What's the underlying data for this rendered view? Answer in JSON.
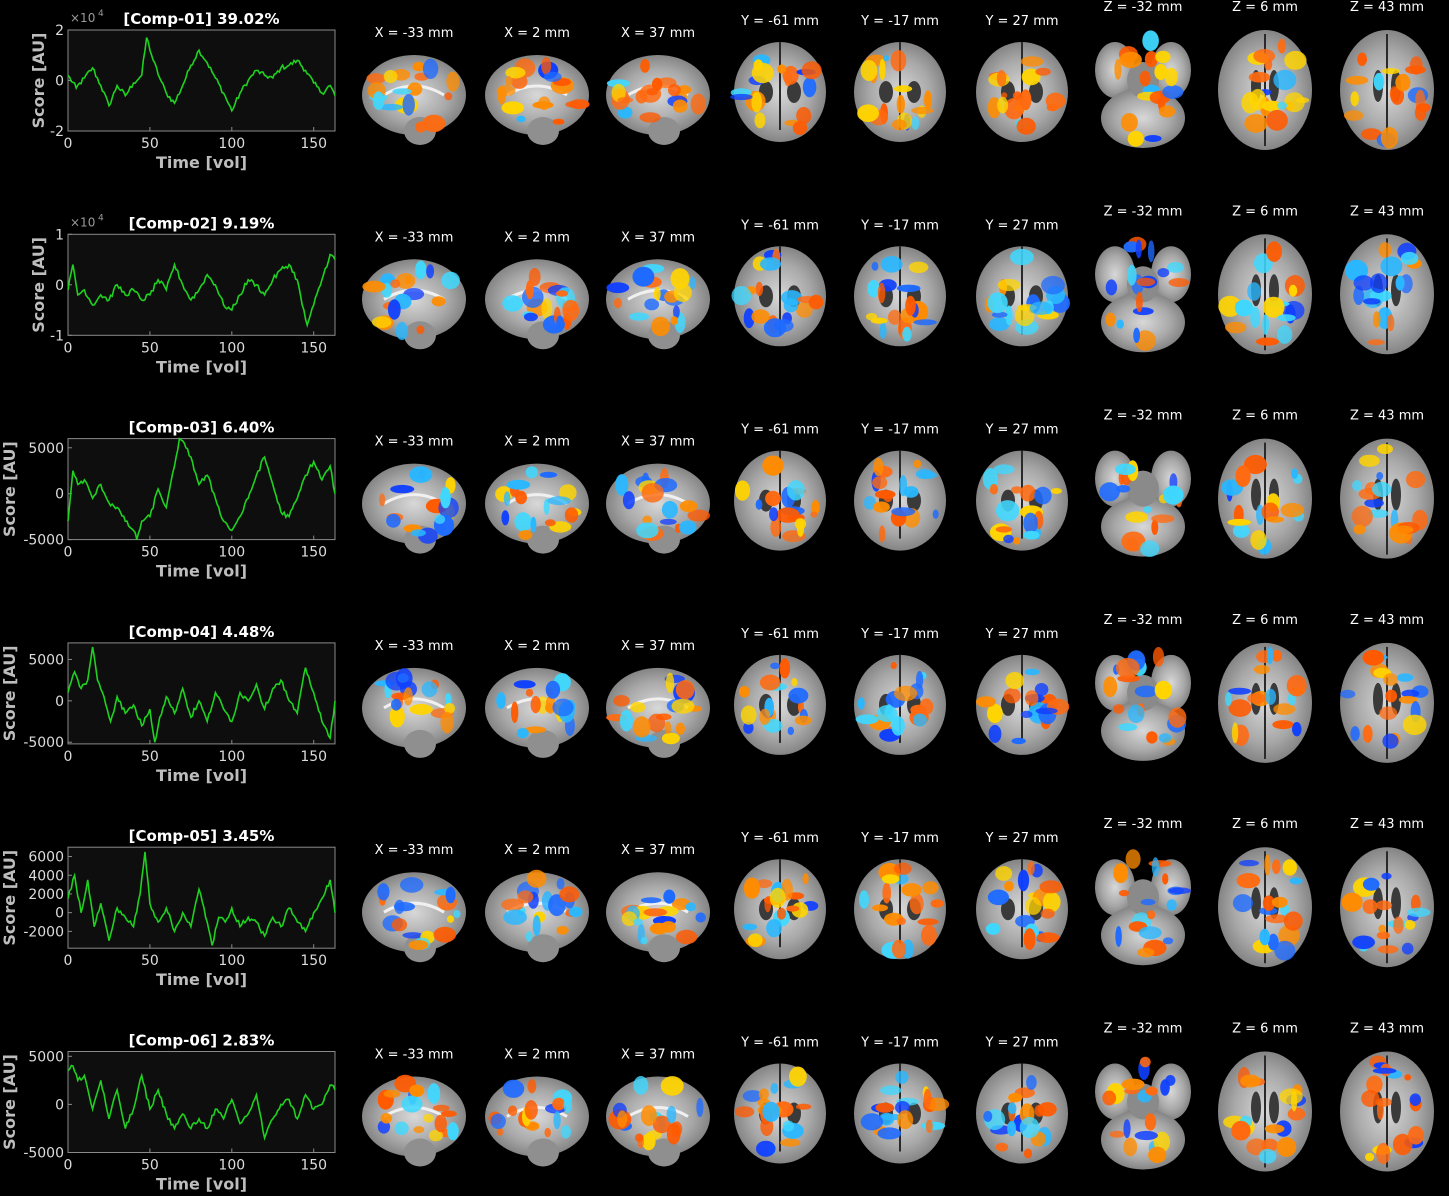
{
  "chart_data": [
    {
      "type": "line",
      "title": "[Comp-01] 39.02%",
      "xlabel": "Time [vol]",
      "ylabel": "Score [AU]",
      "multiplier": "×10",
      "exponent": "4",
      "xlim": [
        0,
        163
      ],
      "ylim": [
        -2,
        2
      ],
      "xticks": [
        "0",
        "50",
        "100",
        "150"
      ],
      "yticks": [
        {
          "v": 2,
          "label": "2"
        },
        {
          "v": 0,
          "label": "0"
        },
        {
          "v": -2,
          "label": "-2"
        }
      ],
      "series": [
        {
          "color": "#1fd21f",
          "x": [
            0,
            5,
            10,
            15,
            20,
            25,
            30,
            35,
            40,
            45,
            48,
            52,
            56,
            60,
            65,
            70,
            75,
            80,
            85,
            90,
            95,
            100,
            105,
            110,
            115,
            120,
            125,
            130,
            135,
            140,
            145,
            150,
            155,
            160,
            163
          ],
          "y": [
            0.2,
            -0.3,
            0.1,
            0.5,
            -0.2,
            -1.0,
            -0.2,
            -0.6,
            -0.1,
            0.2,
            1.7,
            0.8,
            0.1,
            -0.5,
            -0.9,
            -0.2,
            0.6,
            1.2,
            0.7,
            0.1,
            -0.5,
            -1.2,
            -0.5,
            0.0,
            0.4,
            0.2,
            0.1,
            0.5,
            0.6,
            0.8,
            0.4,
            -0.1,
            -0.5,
            -0.2,
            -0.6
          ]
        }
      ],
      "slices": [
        "X = -33 mm",
        "X = 2 mm",
        "X = 37 mm",
        "Y = -61 mm",
        "Y = -17 mm",
        "Y = 27 mm",
        "Z = -32 mm",
        "Z = 6 mm",
        "Z = 43 mm"
      ]
    },
    {
      "type": "line",
      "title": "[Comp-02] 9.19%",
      "xlabel": "Time [vol]",
      "ylabel": "Score [AU]",
      "multiplier": "×10",
      "exponent": "4",
      "xlim": [
        0,
        163
      ],
      "ylim": [
        -1,
        1
      ],
      "xticks": [
        "0",
        "50",
        "100",
        "150"
      ],
      "yticks": [
        {
          "v": 1,
          "label": "1"
        },
        {
          "v": 0,
          "label": "0"
        },
        {
          "v": -1,
          "label": "-1"
        }
      ],
      "series": [
        {
          "color": "#1fd21f",
          "x": [
            0,
            3,
            6,
            10,
            15,
            20,
            25,
            30,
            35,
            40,
            45,
            50,
            55,
            60,
            65,
            70,
            75,
            80,
            85,
            90,
            95,
            100,
            105,
            110,
            115,
            120,
            125,
            130,
            135,
            140,
            143,
            146,
            150,
            155,
            160,
            163
          ],
          "y": [
            -0.1,
            0.4,
            -0.2,
            -0.1,
            -0.4,
            -0.2,
            -0.3,
            0.0,
            -0.2,
            -0.1,
            -0.3,
            -0.2,
            0.1,
            -0.1,
            0.4,
            0.0,
            -0.3,
            -0.1,
            0.2,
            0.0,
            -0.4,
            -0.5,
            -0.2,
            0.1,
            0.0,
            -0.2,
            0.1,
            0.3,
            0.4,
            0.1,
            -0.4,
            -0.8,
            -0.4,
            0.1,
            0.6,
            0.5
          ]
        }
      ],
      "slices": [
        "X = -33 mm",
        "X = 2 mm",
        "X = 37 mm",
        "Y = -61 mm",
        "Y = -17 mm",
        "Y = 27 mm",
        "Z = -32 mm",
        "Z = 6 mm",
        "Z = 43 mm"
      ]
    },
    {
      "type": "line",
      "title": "[Comp-03] 6.40%",
      "xlabel": "Time [vol]",
      "ylabel": "Score [AU]",
      "xlim": [
        0,
        163
      ],
      "ylim": [
        -5000,
        6000
      ],
      "xticks": [
        "0",
        "50",
        "100",
        "150"
      ],
      "yticks": [
        {
          "v": 5000,
          "label": "5000"
        },
        {
          "v": 0,
          "label": "0"
        },
        {
          "v": -5000,
          "label": "-5000"
        }
      ],
      "series": [
        {
          "color": "#1fd21f",
          "x": [
            0,
            3,
            6,
            10,
            15,
            20,
            25,
            30,
            35,
            40,
            42,
            45,
            50,
            55,
            60,
            65,
            68,
            72,
            75,
            80,
            85,
            90,
            95,
            100,
            105,
            110,
            115,
            120,
            125,
            130,
            135,
            140,
            145,
            150,
            155,
            160,
            163
          ],
          "y": [
            -3000,
            2500,
            1000,
            1500,
            -500,
            1000,
            -1000,
            -1500,
            -3000,
            -4000,
            -5000,
            -3000,
            -2500,
            500,
            -1500,
            3000,
            6000,
            5000,
            4000,
            1000,
            2000,
            -500,
            -3000,
            -4000,
            -2500,
            -500,
            2000,
            4000,
            1000,
            -2000,
            -2500,
            -500,
            2000,
            3500,
            1500,
            3000,
            0
          ]
        }
      ],
      "slices": [
        "X = -33 mm",
        "X = 2 mm",
        "X = 37 mm",
        "Y = -61 mm",
        "Y = -17 mm",
        "Y = 27 mm",
        "Z = -32 mm",
        "Z = 6 mm",
        "Z = 43 mm"
      ]
    },
    {
      "type": "line",
      "title": "[Comp-04] 4.48%",
      "xlabel": "Time [vol]",
      "ylabel": "Score [AU]",
      "xlim": [
        0,
        163
      ],
      "ylim": [
        -5200,
        7000
      ],
      "xticks": [
        "0",
        "50",
        "100",
        "150"
      ],
      "yticks": [
        {
          "v": 5000,
          "label": "5000"
        },
        {
          "v": 0,
          "label": "0"
        },
        {
          "v": -5000,
          "label": "-5000"
        }
      ],
      "series": [
        {
          "color": "#1fd21f",
          "x": [
            0,
            4,
            8,
            12,
            15,
            18,
            22,
            26,
            30,
            35,
            40,
            45,
            50,
            53,
            56,
            60,
            65,
            70,
            75,
            80,
            85,
            90,
            95,
            100,
            105,
            110,
            115,
            120,
            125,
            130,
            135,
            140,
            145,
            150,
            155,
            160,
            163
          ],
          "y": [
            1000,
            3500,
            1500,
            2500,
            6500,
            2500,
            500,
            -2500,
            500,
            -1500,
            -500,
            -3000,
            -1000,
            -5000,
            -2000,
            500,
            -1500,
            1500,
            -2000,
            0,
            -2500,
            1000,
            -1000,
            -2500,
            1000,
            0,
            2000,
            -1000,
            1500,
            2500,
            0,
            -1500,
            4000,
            1000,
            -2500,
            -4500,
            0
          ]
        }
      ],
      "slices": [
        "X = -33 mm",
        "X = 2 mm",
        "X = 37 mm",
        "Y = -61 mm",
        "Y = -17 mm",
        "Y = 27 mm",
        "Z = -32 mm",
        "Z = 6 mm",
        "Z = 43 mm"
      ]
    },
    {
      "type": "line",
      "title": "[Comp-05] 3.45%",
      "xlabel": "Time [vol]",
      "ylabel": "Score [AU]",
      "xlim": [
        0,
        163
      ],
      "ylim": [
        -3800,
        7000
      ],
      "xticks": [
        "0",
        "50",
        "100",
        "150"
      ],
      "yticks": [
        {
          "v": 6000,
          "label": "6000"
        },
        {
          "v": 4000,
          "label": "4000"
        },
        {
          "v": 2000,
          "label": "2000"
        },
        {
          "v": 0,
          "label": "0"
        },
        {
          "v": -2000,
          "label": "-2000"
        }
      ],
      "series": [
        {
          "color": "#1fd21f",
          "x": [
            0,
            4,
            8,
            12,
            16,
            20,
            25,
            30,
            35,
            40,
            44,
            47,
            50,
            55,
            60,
            65,
            70,
            75,
            80,
            85,
            88,
            92,
            96,
            100,
            105,
            110,
            115,
            120,
            125,
            130,
            135,
            140,
            145,
            150,
            155,
            160,
            163
          ],
          "y": [
            1500,
            4000,
            0,
            3500,
            -1500,
            1000,
            -3000,
            500,
            -500,
            -1500,
            2000,
            6500,
            1000,
            -1000,
            500,
            -2000,
            0,
            -1500,
            2500,
            -1000,
            -3500,
            -500,
            -1000,
            500,
            -1500,
            -500,
            -1000,
            -2500,
            -500,
            -1500,
            500,
            -1000,
            -2000,
            0,
            1500,
            3500,
            0
          ]
        }
      ],
      "slices": [
        "X = -33 mm",
        "X = 2 mm",
        "X = 37 mm",
        "Y = -61 mm",
        "Y = -17 mm",
        "Y = 27 mm",
        "Z = -32 mm",
        "Z = 6 mm",
        "Z = 43 mm"
      ]
    },
    {
      "type": "line",
      "title": "[Comp-06] 2.83%",
      "xlabel": "Time [vol]",
      "ylabel": "Score [AU]",
      "xlim": [
        0,
        163
      ],
      "ylim": [
        -5000,
        5500
      ],
      "xticks": [
        "0",
        "50",
        "100",
        "150"
      ],
      "yticks": [
        {
          "v": 5000,
          "label": "5000"
        },
        {
          "v": 0,
          "label": "0"
        },
        {
          "v": -5000,
          "label": "-5000"
        }
      ],
      "series": [
        {
          "color": "#1fd21f",
          "x": [
            0,
            3,
            6,
            10,
            15,
            20,
            25,
            30,
            35,
            40,
            45,
            50,
            55,
            60,
            65,
            70,
            75,
            80,
            85,
            90,
            95,
            100,
            105,
            110,
            115,
            120,
            125,
            130,
            135,
            140,
            145,
            150,
            155,
            160,
            163
          ],
          "y": [
            3500,
            4000,
            2500,
            3000,
            -500,
            2500,
            -1500,
            1500,
            -2500,
            -500,
            3000,
            -500,
            1500,
            -1000,
            -2500,
            -1000,
            -2500,
            -1500,
            -2500,
            -500,
            -1500,
            500,
            -2000,
            -1000,
            1000,
            -3500,
            -1500,
            0,
            500,
            -1500,
            1000,
            -500,
            0,
            2000,
            1500
          ]
        }
      ],
      "slices": [
        "X = -33 mm",
        "X = 2 mm",
        "X = 37 mm",
        "Y = -61 mm",
        "Y = -17 mm",
        "Y = 27 mm",
        "Z = -32 mm",
        "Z = 6 mm",
        "Z = 43 mm"
      ]
    }
  ]
}
